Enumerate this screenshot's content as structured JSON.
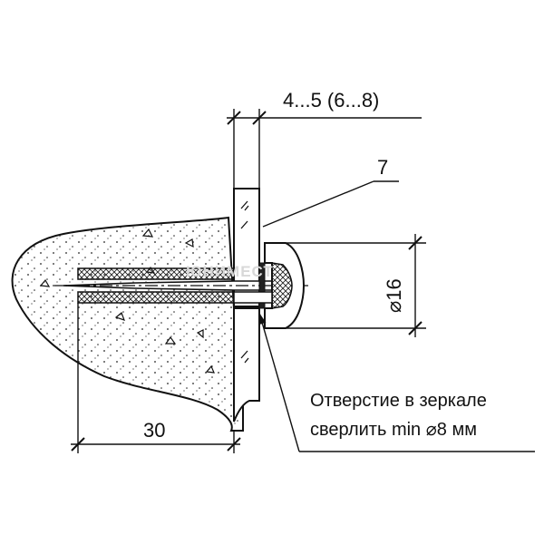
{
  "dimensions": {
    "glass_gap": "4...5 (6...8)",
    "callout_number": "7",
    "head_diameter": "⌀16",
    "depth": "30"
  },
  "note": {
    "line1": "Отверстие в зеркале",
    "line2": "сверлить min ⌀8 мм"
  },
  "watermark": "ЮНИМЕСТ"
}
